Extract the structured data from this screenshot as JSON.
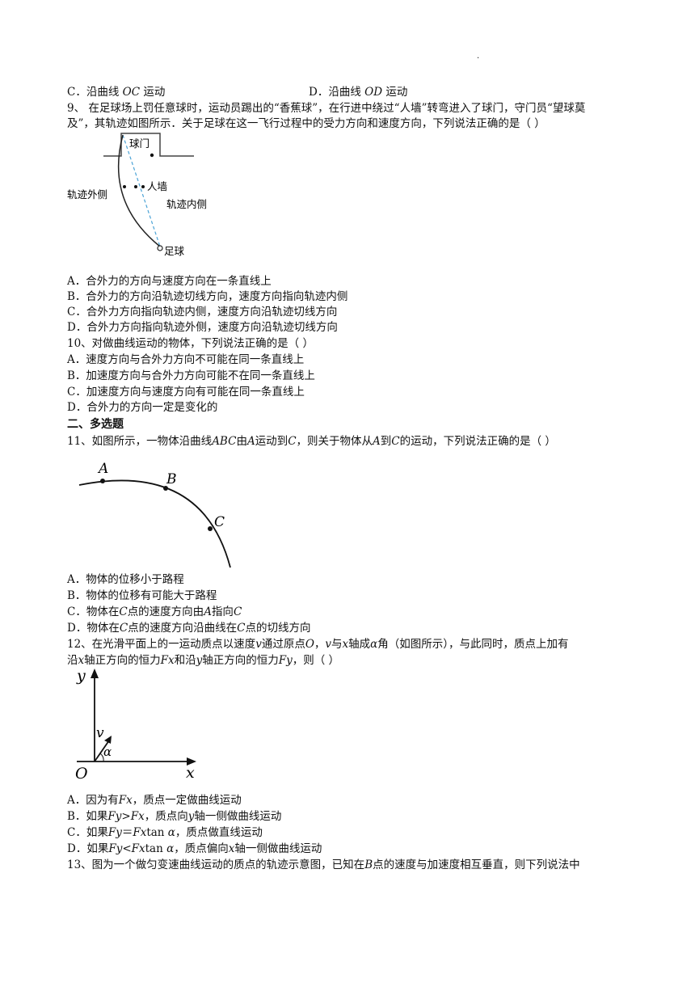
{
  "page_dot": ".",
  "q8_options": [
    {
      "label": "C．沿曲线",
      "var": "OC",
      "tail": "运动"
    },
    {
      "label": "D．沿曲线",
      "var": "OD",
      "tail": "运动"
    }
  ],
  "q9": {
    "stem_line1": "9、  在足球场上罚任意球时，运动员踢出的“香蕉球”，在行进中绕过“人墙”转弯进入了球门，守门员“望球莫",
    "stem_line2": "及”，其轨迹如图所示．关于足球在这一飞行过程中的受力方向和速度方向，下列说法正确的是（        ）",
    "figure": {
      "goal_label": "球门",
      "wall_label": "人墙",
      "outer_label": "轨迹外侧",
      "inner_label": "轨迹内侧",
      "ball_label": "足球"
    },
    "options": [
      "A．合外力的方向与速度方向在一条直线上",
      "B．合外力的方向沿轨迹切线方向，速度方向指向轨迹内侧",
      "C．合外力方向指向轨迹内侧，速度方向沿轨迹切线方向",
      "D．合外力方向指向轨迹外侧，速度方向沿轨迹切线方向"
    ]
  },
  "q10": {
    "stem": "10、对做曲线运动的物体，下列说法正确的是（        ）",
    "options": [
      "A．速度方向与合外力方向不可能在同一条直线上",
      "B．加速度方向与合外力方向可能不在同一条直线上",
      "C．加速度方向与速度方向有可能在同一条直线上",
      "D．合外力的方向一定是变化的"
    ]
  },
  "section2_title": "二、多选题",
  "q11": {
    "stem_parts": [
      "11、如图所示，一物体沿曲线",
      "ABC",
      "由",
      "A",
      "运动到",
      "C",
      "，则关于物体从",
      "A",
      "到",
      "C",
      "的运动，下列说法正确的是（        ）"
    ],
    "figure": {
      "a": "A",
      "b": "B",
      "c": "C"
    },
    "optA": "A．物体的位移小于路程",
    "optB": "B．物体的位移有可能大于路程",
    "optC_parts": [
      "C．物体在",
      "C",
      "点的速度方向由",
      "A",
      "指向",
      "C"
    ],
    "optD_parts": [
      "D．物体在",
      "C",
      "点的速度方向沿曲线在",
      "C",
      "点的切线方向"
    ]
  },
  "q12": {
    "stem_line1_parts": [
      "12、在光滑平面上的一运动质点以速度",
      "v",
      "通过原点",
      "O",
      "，",
      "v",
      "与",
      "x",
      "轴成",
      "α",
      "角（如图所示），与此同时，质点上加有"
    ],
    "stem_line2_parts": [
      "沿",
      "x",
      "轴正方向的恒力",
      "Fx",
      "和沿",
      "y",
      "轴正方向的恒力",
      "Fy",
      "，则（        ）"
    ],
    "figure": {
      "y": "y",
      "x": "x",
      "o": "O",
      "v": "v",
      "alpha": "α"
    },
    "optA_parts": [
      "A．因为有",
      "Fx",
      "，质点一定做曲线运动"
    ],
    "optB_parts": [
      "B．如果",
      "Fy>Fx",
      "，质点向",
      "y",
      "轴一侧做曲线运动"
    ],
    "optC_parts": [
      "C．如果",
      "Fy",
      "＝",
      "Fx",
      "tan",
      "α",
      "，质点做直线运动"
    ],
    "optD_parts": [
      "D．如果",
      "Fy<Fx",
      "tan",
      "α",
      "，质点偏向",
      "x",
      "轴一侧做曲线运动"
    ]
  },
  "q13": {
    "stem_parts": [
      "13、图为一个做匀变速曲线运动的质点的轨迹示意图，已知在",
      "B",
      "点的速度与加速度相互垂直，则下列说法中"
    ]
  }
}
